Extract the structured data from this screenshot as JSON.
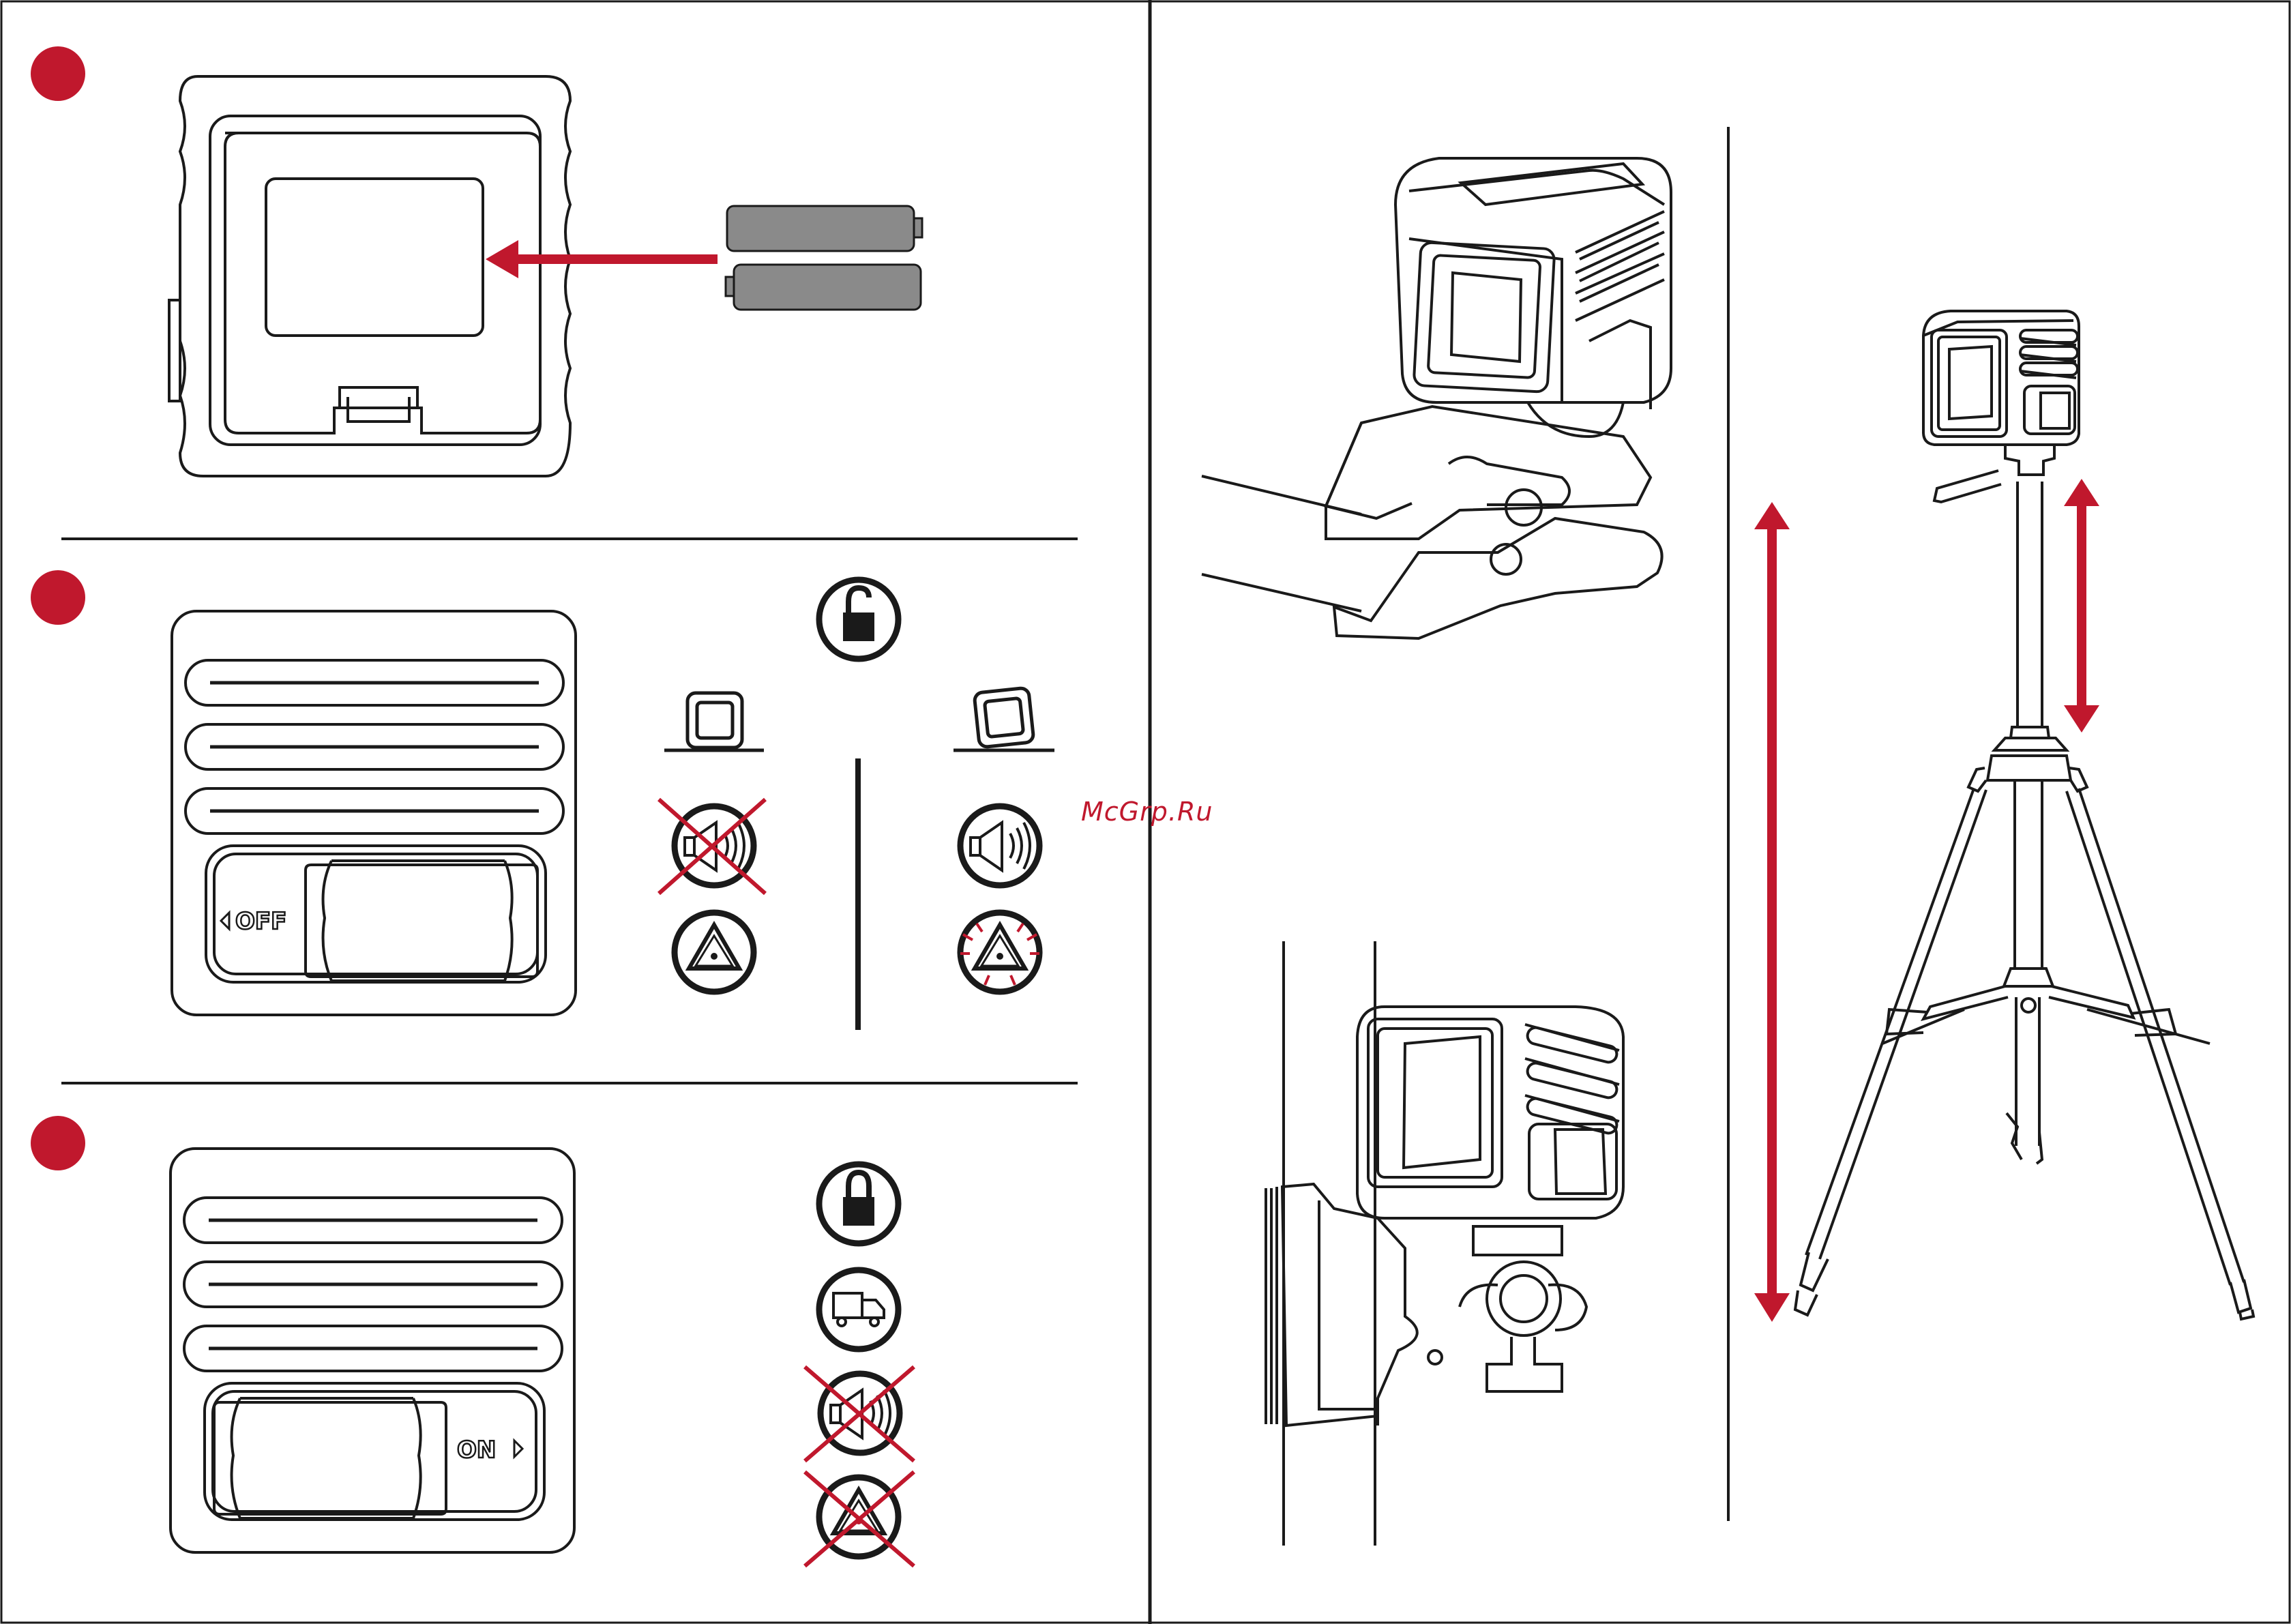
{
  "watermark": "McGrp.Ru",
  "steps": {
    "step3": {
      "switch_label": "OFF"
    },
    "step4": {
      "switch_label": "ON"
    }
  },
  "icons": {
    "unlock": "unlock-icon",
    "lock": "lock-icon",
    "transport": "truck-icon",
    "sound": "speaker-icon",
    "laser": "laser-warning-icon"
  },
  "colors": {
    "accent": "#c0182d",
    "battery": "#8a8a8a",
    "line": "#1a1a1a"
  }
}
